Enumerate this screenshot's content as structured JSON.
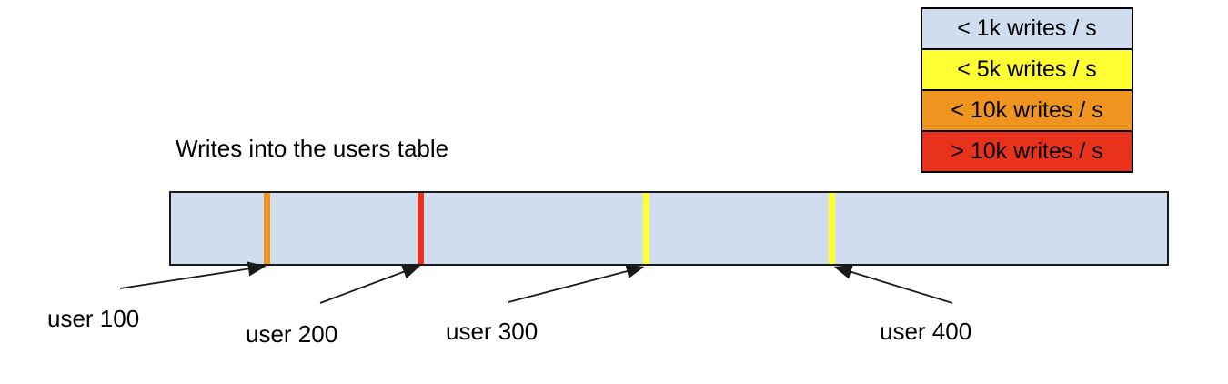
{
  "diagram": {
    "title": "Writes into the users table",
    "colors": {
      "bar_fill": "#cfddee",
      "lt_1k": "#cfddee",
      "lt_5k": "#ffff33",
      "lt_10k": "#ef941e",
      "gt_10k": "#e8321c",
      "outline": "#1a1a1a"
    },
    "legend": {
      "items": [
        {
          "label": "< 1k writes / s",
          "color": "#cfddee"
        },
        {
          "label": "< 5k writes / s",
          "color": "#ffff33"
        },
        {
          "label": "< 10k writes / s",
          "color": "#ef941e"
        },
        {
          "label": "> 10k writes / s",
          "color": "#e8321c"
        }
      ]
    },
    "bar": {
      "fill": "#cfddee",
      "markers": [
        {
          "user": "user 100",
          "color": "#ef941e"
        },
        {
          "user": "user 200",
          "color": "#e8321c"
        },
        {
          "user": "user 300",
          "color": "#ffff33"
        },
        {
          "user": "user 400",
          "color": "#ffff33"
        }
      ]
    },
    "labels": [
      "user 100",
      "user 200",
      "user 300",
      "user 400"
    ]
  }
}
